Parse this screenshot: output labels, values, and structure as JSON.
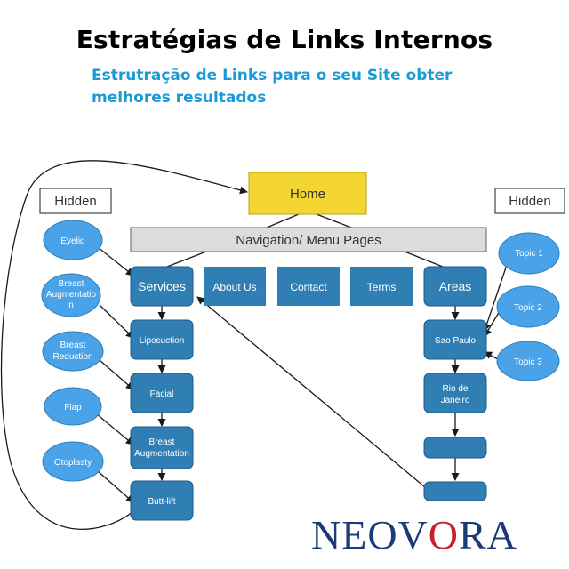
{
  "header": {
    "title": "Estratégias de Links Internos",
    "subtitle_line1": "Estrutração de Links para o seu Site obter",
    "subtitle_line2": "melhores resultados"
  },
  "colors": {
    "home_fill": "#f3d631",
    "nav_fill": "#dcdcdc",
    "box_fill": "#2f7fb5",
    "ellipse_fill": "#4aa3e8",
    "arrow": "#1a1a1a",
    "subtitle": "#1a9ad6"
  },
  "diagram": {
    "home": "Home",
    "navigation": "Navigation/ Menu Pages",
    "hidden_left": "Hidden",
    "hidden_right": "Hidden",
    "menu": {
      "services": "Services",
      "about": "About Us",
      "contact": "Contact",
      "terms": "Terms",
      "areas": "Areas"
    },
    "services_children": {
      "liposuction": "Liposuction",
      "facial": "Facial",
      "breast_aug_l1": "Breast",
      "breast_aug_l2": "Augmentation",
      "buttlift": "Butt-lift"
    },
    "areas_children": {
      "sao_paulo": "Sao Paulo",
      "rio_l1": "Rio de",
      "rio_l2": "Janeiro",
      "blank1": "",
      "blank2": ""
    },
    "left_hidden": {
      "eyelid": "Eyelid",
      "breast_aug_l1": "Breast",
      "breast_aug_l2": "Augmentatio",
      "breast_aug_l3": "n",
      "breast_red_l1": "Breast",
      "breast_red_l2": "Reduction",
      "flap": "Flap",
      "otoplasty": "Otoplasty"
    },
    "right_hidden": {
      "topic1": "Topic 1",
      "topic2": "Topic 2",
      "topic3": "Topic 3"
    }
  },
  "logo": {
    "part1": "NEOV",
    "part2": "O",
    "part3": "RA"
  }
}
